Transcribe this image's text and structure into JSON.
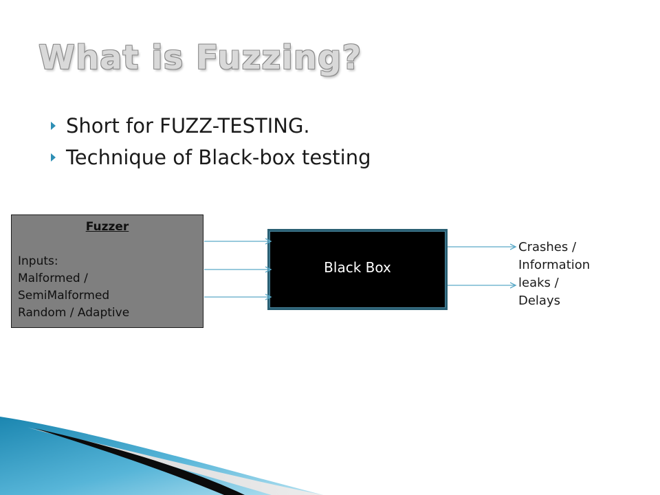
{
  "slide": {
    "title": "What is Fuzzing?"
  },
  "bullets": [
    "Short for FUZZ-TESTING.",
    "Technique of Black-box testing"
  ],
  "diagram": {
    "fuzzer": {
      "title": "Fuzzer",
      "lines": [
        "Inputs:",
        "Malformed /",
        "SemiMalformed",
        "Random / Adaptive"
      ]
    },
    "black_box": {
      "label": "Black Box"
    },
    "outputs": {
      "lines": [
        "Crashes /",
        "Information",
        "leaks /",
        "Delays"
      ]
    },
    "input_arrow_count": 3,
    "output_arrow_count": 2
  },
  "colors": {
    "accent": "#2e8fb5",
    "fuzzer_fill": "#7f7f7f",
    "black_box_fill": "#000000",
    "black_box_border": "#2a5f73",
    "arrow": "#5aa9c7",
    "title_text": "#d9d9d9"
  }
}
